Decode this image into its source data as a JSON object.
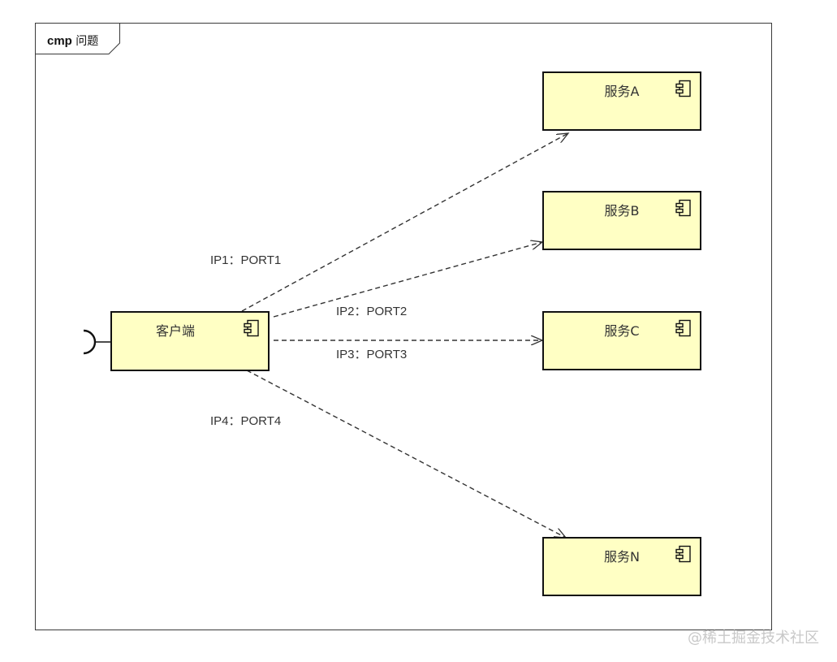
{
  "frame": {
    "keyword": "cmp",
    "name": "问题"
  },
  "client": {
    "label": "客户端"
  },
  "services": [
    {
      "label": "服务A"
    },
    {
      "label": "服务B"
    },
    {
      "label": "服务C"
    },
    {
      "label": "服务N"
    }
  ],
  "connections": [
    {
      "label": "IP1：PORT1"
    },
    {
      "label": "IP2：PORT2"
    },
    {
      "label": "IP3：PORT3"
    },
    {
      "label": "IP4：PORT4"
    }
  ],
  "watermark": "@稀土掘金技术社区",
  "colors": {
    "component_fill": "#ffffc4",
    "border": "#111111",
    "dashed_line": "#333333"
  },
  "icons": {
    "component": "uml-component-icon",
    "required_interface": "socket-icon"
  }
}
